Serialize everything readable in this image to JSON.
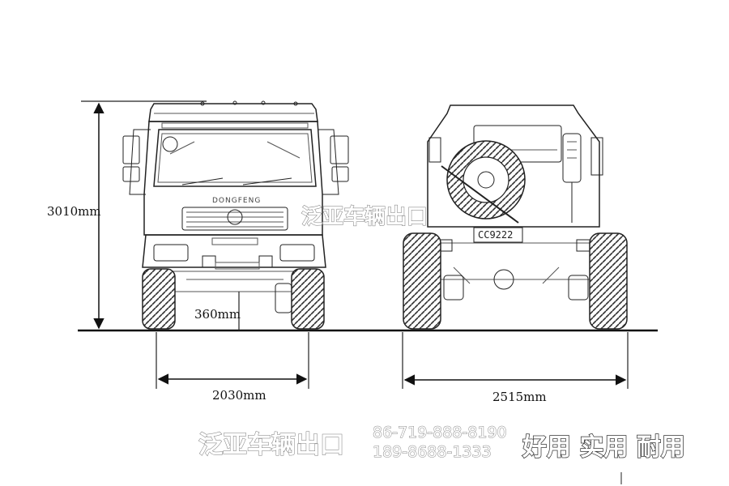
{
  "dimensions": {
    "height": "3010mm",
    "ground_clearance": "360mm",
    "front_track": "2030mm",
    "overall_width": "2515mm"
  },
  "vehicle": {
    "brand_grille_text": "DONGFENG",
    "license_plate": "CC9222"
  },
  "watermark": {
    "center_text": "泛亚车辆出口",
    "bottom_text": "泛亚车辆出口",
    "phone_1": "86-719-888-8190",
    "phone_2": "189-8688-1333",
    "slogan": "好用 实用 耐用"
  },
  "colors": {
    "background": "#ffffff",
    "line_art": "#222222"
  }
}
